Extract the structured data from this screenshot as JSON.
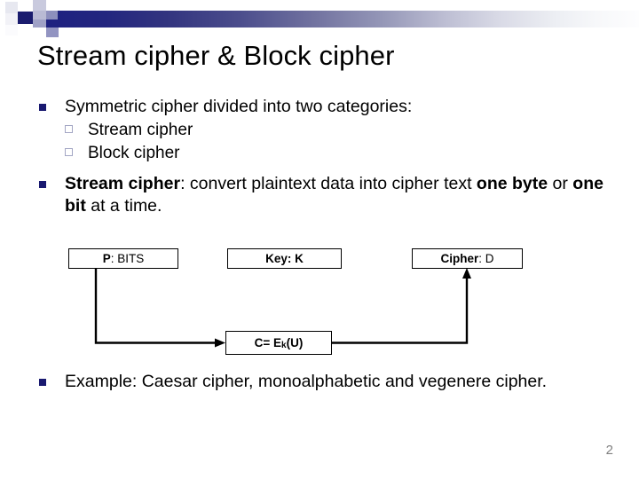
{
  "slide": {
    "title": "Stream cipher & Block cipher",
    "page_number": "2",
    "bullet_marker_color": "#191970",
    "sub_marker_color": "#a3a6c4",
    "gradient_start": "#1d2080",
    "gradient_end": "#fdfdfe"
  },
  "bullets": {
    "b1": {
      "text": "Symmetric cipher divided into two categories:",
      "sub": [
        "Stream cipher",
        "Block cipher"
      ]
    },
    "b2": {
      "lead": "Stream cipher",
      "after_lead": ": convert plaintext data into cipher text ",
      "bold_a": "one byte",
      "mid": " or ",
      "bold_b": "one bit",
      "tail": " at a time."
    },
    "b3": {
      "text": "Example: Caesar cipher, monoalphabetic and vegenere cipher."
    }
  },
  "diagram": {
    "type": "flow",
    "boxes": [
      {
        "id": "plaintext",
        "bold": "P",
        "normal": ": BITS"
      },
      {
        "id": "key",
        "bold": "Key: K",
        "normal": ""
      },
      {
        "id": "cipher",
        "bold": "Cipher",
        "normal": ": D"
      },
      {
        "id": "encrypt",
        "bold_pre": "C= E",
        "sub": "k",
        "bold_post": "(U)"
      }
    ],
    "edges": [
      {
        "from": "plaintext",
        "to": "encrypt",
        "arrow": true
      },
      {
        "from": "encrypt",
        "to": "cipher",
        "arrow": true
      }
    ]
  }
}
